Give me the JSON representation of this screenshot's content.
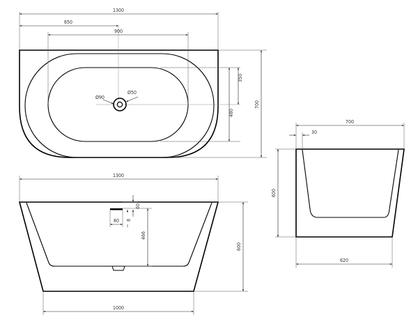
{
  "top_view": {
    "dims": {
      "overall_length": "1300",
      "half_length": "650",
      "inner_length": "900",
      "drain_offset": "350",
      "inner_width": "480",
      "overall_width": "700",
      "drain_diameter_small": "Ø50",
      "drain_diameter_large": "Ø90"
    }
  },
  "front_view": {
    "dims": {
      "top_length": "1300",
      "bottom_length": "1000",
      "height": "600",
      "inner_depth": "466",
      "overflow_height": "60",
      "overflow_width": "80",
      "overflow_gap": "8"
    }
  },
  "side_view": {
    "dims": {
      "width": "700",
      "wall_thickness": "30",
      "height": "600",
      "base_width": "620"
    }
  }
}
